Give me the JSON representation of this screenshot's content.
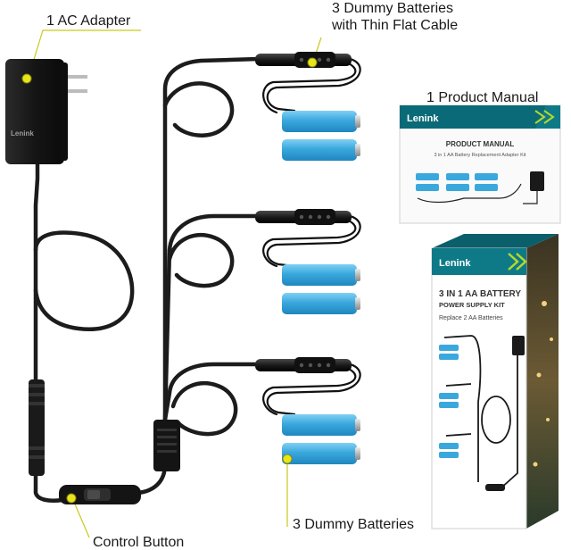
{
  "callouts": {
    "ac_adapter": "1 AC Adapter",
    "dummy_cable_line1": "3 Dummy Batteries",
    "dummy_cable_line2": "with Thin Flat Cable",
    "manual": "1 Product Manual",
    "dummy_batteries": "3 Dummy Batteries",
    "control_button": "Control Button"
  },
  "adapter": {
    "brand": "Lenink"
  },
  "manual": {
    "brand": "Lenink",
    "heading": "PRODUCT MANUAL",
    "subheading": "3 in 1 AA Battery Replacement Adapter Kit"
  },
  "box": {
    "brand": "Lenink",
    "title_line1": "3 IN 1 AA BATTERY",
    "title_line2": "POWER SUPPLY KIT",
    "subtitle": "Replace 2 AA Batteries"
  },
  "colors": {
    "accent_yellow": "#e8e61a",
    "battery_blue": "#3aa8dd",
    "cable": "#1c1c1c",
    "brand_teal": "#0e7a88"
  }
}
